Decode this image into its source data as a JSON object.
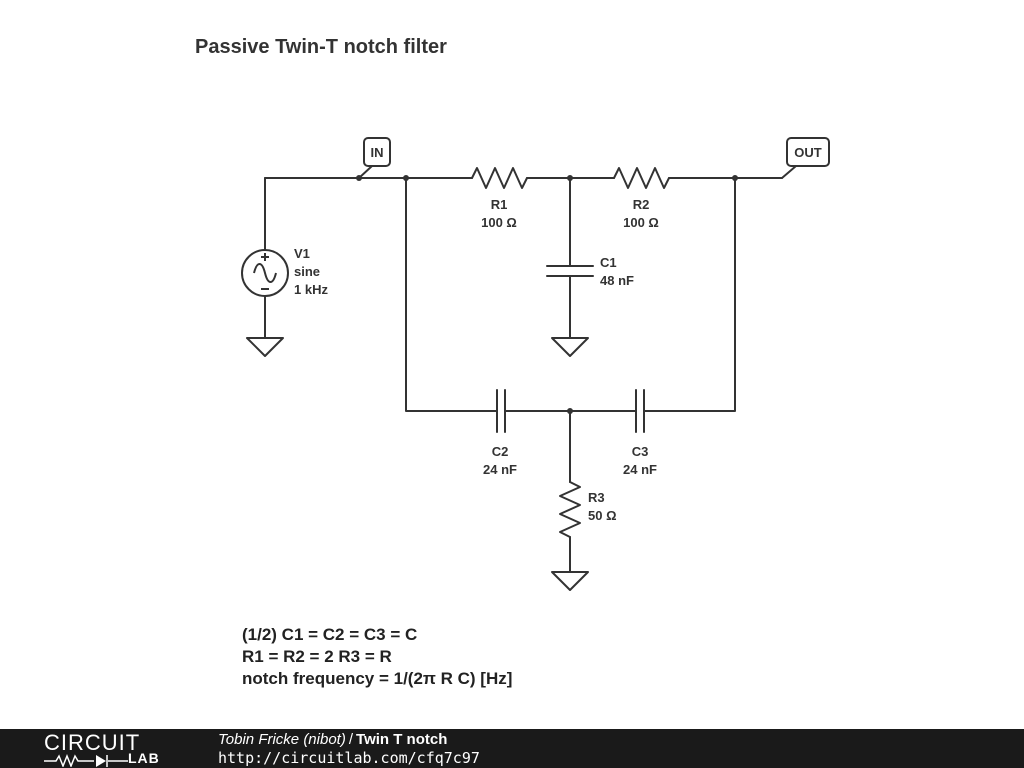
{
  "title": "Passive Twin-T notch filter",
  "ports": {
    "in": "IN",
    "out": "OUT"
  },
  "components": {
    "V1": {
      "ref": "V1",
      "type": "sine",
      "value": "1 kHz"
    },
    "R1": {
      "ref": "R1",
      "value": "100 Ω"
    },
    "R2": {
      "ref": "R2",
      "value": "100 Ω"
    },
    "R3": {
      "ref": "R3",
      "value": "50 Ω"
    },
    "C1": {
      "ref": "C1",
      "value": "48 nF"
    },
    "C2": {
      "ref": "C2",
      "value": "24 nF"
    },
    "C3": {
      "ref": "C3",
      "value": "24 nF"
    }
  },
  "notes": [
    "(1/2) C1 = C2 = C3 = C",
    "R1 = R2 = 2 R3 = R",
    "notch frequency = 1/(2π R C) [Hz]"
  ],
  "footer": {
    "logo_top": "CIRCUIT",
    "logo_bottom": "LAB",
    "author": "Tobin Fricke (nibot)",
    "separator": "/",
    "circuit_name": "Twin T notch",
    "url": "http://circuitlab.com/cfq7c97"
  }
}
